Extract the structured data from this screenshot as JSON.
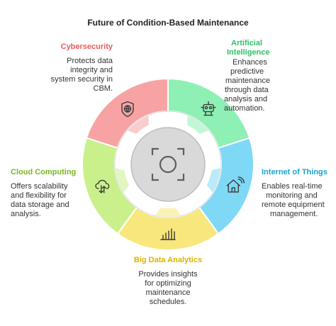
{
  "title": "Future of Condition-Based Maintenance",
  "segments": [
    {
      "heading_lines": [
        "Cybersecurity"
      ],
      "desc_lines": [
        "Protects data",
        "integrity and",
        "system security in",
        "CBM."
      ],
      "color": "#f8a3a3",
      "heading_color": "#e85a5a",
      "icon": "globe-shield-icon"
    },
    {
      "heading_lines": [
        "Artificial",
        "Intelligence"
      ],
      "desc_lines": [
        "Enhances",
        "predictive",
        "maintenance",
        "through data",
        "analysis and",
        "automation."
      ],
      "color": "#8ef0b4",
      "heading_color": "#2fbf6a",
      "icon": "robot-icon"
    },
    {
      "heading_lines": [
        "Internet of Things"
      ],
      "desc_lines": [
        "Enables real-time",
        "monitoring and",
        "remote equipment",
        "management."
      ],
      "color": "#7fd8f6",
      "heading_color": "#1aa3d1",
      "icon": "smart-home-icon"
    },
    {
      "heading_lines": [
        "Big Data Analytics"
      ],
      "desc_lines": [
        "Provides insights",
        "for optimizing",
        "maintenance",
        "schedules."
      ],
      "color": "#f8e77d",
      "heading_color": "#d9b300",
      "icon": "bar-chart-icon"
    },
    {
      "heading_lines": [
        "Cloud Computing"
      ],
      "desc_lines": [
        "Offers scalability",
        "and flexibility for",
        "data storage and",
        "analysis."
      ],
      "color": "#c9f08b",
      "heading_color": "#79b51f",
      "icon": "cloud-sync-icon"
    }
  ],
  "center": {
    "icon": "focus-camera-icon",
    "color": "#d9d9d9"
  }
}
